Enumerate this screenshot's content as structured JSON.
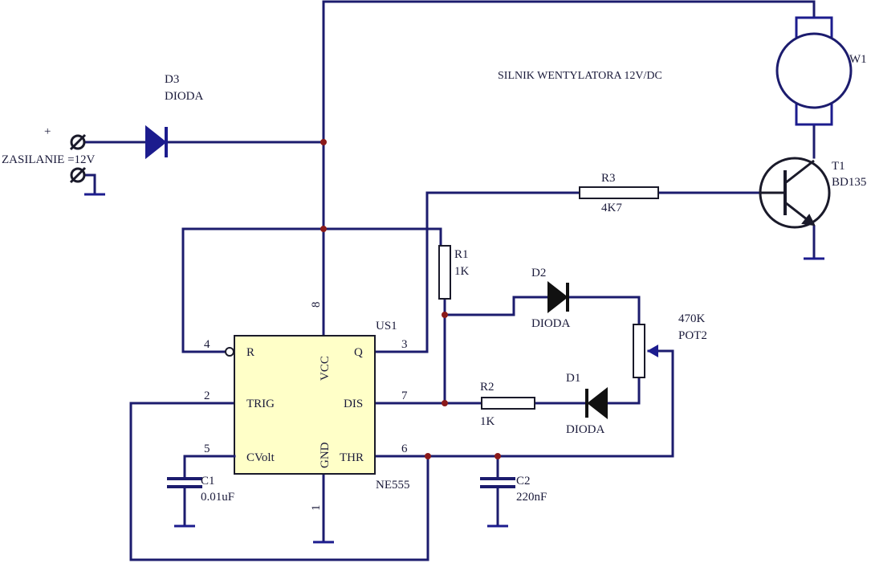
{
  "title": "SILNIK WENTYLATORA 12V/DC",
  "colors": {
    "wire": "#1c1c6e",
    "junction": "#8b1a1a",
    "ic_fill": "#ffffc8",
    "text": "#1a1a3a"
  },
  "power": {
    "plus": "+",
    "label": "ZASILANIE =12V"
  },
  "d3": {
    "ref": "D3",
    "value": "DIODA"
  },
  "d2": {
    "ref": "D2",
    "value": "DIODA"
  },
  "d1": {
    "ref": "D1",
    "value": "DIODA"
  },
  "r1": {
    "ref": "R1",
    "value": "1K"
  },
  "r2": {
    "ref": "R2",
    "value": "1K"
  },
  "r3": {
    "ref": "R3",
    "value": "4K7"
  },
  "c1": {
    "ref": "C1",
    "value": "0.01uF"
  },
  "c2": {
    "ref": "C2",
    "value": "220nF"
  },
  "pot": {
    "value": "470K",
    "ref": "POT2"
  },
  "motor": {
    "ref": "W1"
  },
  "transistor": {
    "ref": "T1",
    "value": "BD135"
  },
  "ic": {
    "ref": "US1",
    "part": "NE555",
    "pins": {
      "r": "R",
      "trig": "TRIG",
      "cvolt": "CVolt",
      "vcc": "VCC",
      "gnd": "GND",
      "q": "Q",
      "dis": "DIS",
      "thr": "THR"
    },
    "pin_numbers": {
      "p4": "4",
      "p2": "2",
      "p5": "5",
      "p8": "8",
      "p1": "1",
      "p3": "3",
      "p7": "7",
      "p6": "6"
    }
  }
}
